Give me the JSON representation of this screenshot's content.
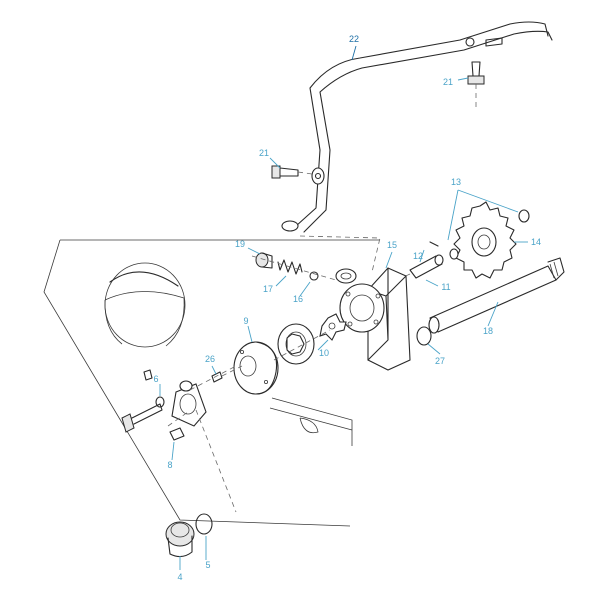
{
  "colors": {
    "callout_text": "#4aa3c8",
    "callout_text_active": "#1d6fa5",
    "line": "#2a2a2a"
  },
  "callouts": [
    {
      "id": "c22",
      "label": "22",
      "active": true
    },
    {
      "id": "c21a",
      "label": "21"
    },
    {
      "id": "c21b",
      "label": "21"
    },
    {
      "id": "c13",
      "label": "13"
    },
    {
      "id": "c14",
      "label": "14"
    },
    {
      "id": "c12",
      "label": "12"
    },
    {
      "id": "c19",
      "label": "19"
    },
    {
      "id": "c15",
      "label": "15"
    },
    {
      "id": "c17",
      "label": "17"
    },
    {
      "id": "c16",
      "label": "16"
    },
    {
      "id": "c11",
      "label": "11"
    },
    {
      "id": "c9",
      "label": "9"
    },
    {
      "id": "c18",
      "label": "18"
    },
    {
      "id": "c10",
      "label": "10"
    },
    {
      "id": "c27",
      "label": "27"
    },
    {
      "id": "c26",
      "label": "26"
    },
    {
      "id": "c6",
      "label": "6"
    },
    {
      "id": "c8",
      "label": "8"
    },
    {
      "id": "c4",
      "label": "4"
    },
    {
      "id": "c5",
      "label": "5"
    }
  ]
}
